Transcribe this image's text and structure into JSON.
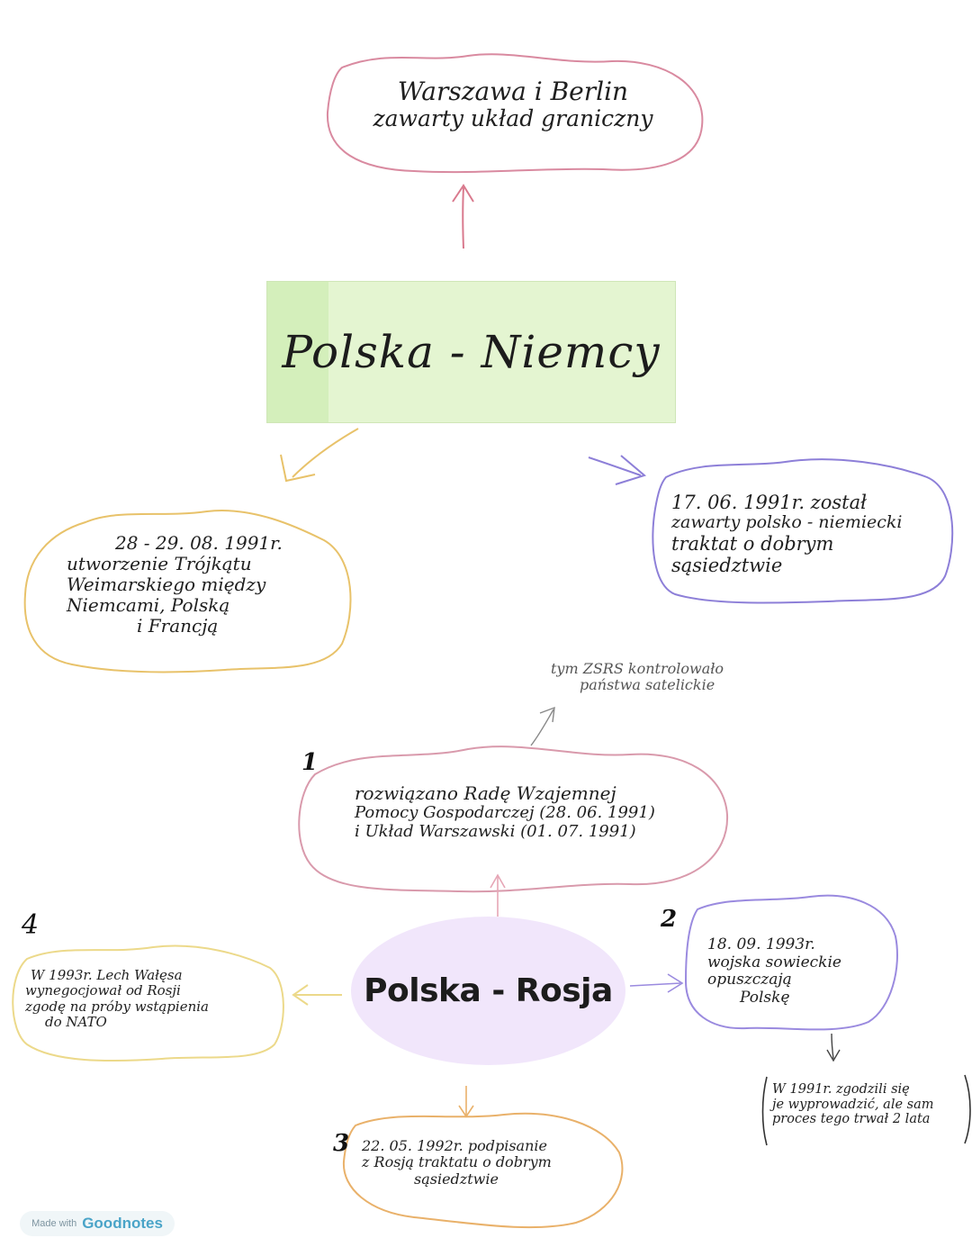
{
  "nodes": {
    "top": {
      "lines": [
        "Warszawa i Berlin",
        "zawarty układ graniczny"
      ]
    },
    "center": {
      "label": "Polska - Niemcy"
    },
    "left": {
      "lines": [
        "28 - 29. 08. 1991r.",
        "utworzenie Trójkątu",
        "Weimarskiego między",
        "Niemcami, Polską",
        "i Francją"
      ]
    },
    "right": {
      "lines": [
        "17. 06. 1991r. został",
        "zawarty polsko - niemiecki",
        "traktat o dobrym",
        "sąsiedztwie"
      ]
    },
    "note": {
      "lines": [
        "tym ZSRS kontrolowało",
        "państwa satelickie"
      ]
    },
    "rwpg": {
      "number": "1",
      "lines": [
        "rozwiązano Radę Wzajemnej",
        "Pomocy Gospodarczej (28. 06. 1991)",
        "i Układ Warszawski (01. 07. 1991)"
      ]
    },
    "russia": {
      "label": "Polska - Rosja"
    },
    "walesa": {
      "number": "4",
      "lines": [
        "W 1993r. Lech Wałęsa",
        "wynegocjował od Rosji",
        "zgodę na próby wstąpienia",
        "do NATO"
      ]
    },
    "troops": {
      "number": "2",
      "lines": [
        "18. 09. 1993r.",
        "wojska sowieckie",
        "opuszczają",
        "Polskę"
      ]
    },
    "treaty": {
      "number": "3",
      "lines": [
        "22. 05. 1992r. podpisanie",
        "z Rosją traktatu o dobrym",
        "sąsiedztwie"
      ]
    },
    "agreed": {
      "lines": [
        "W 1991r. zgodzili się",
        "je wyprowadzić, ale sam",
        "proces tego trwał 2 lata"
      ]
    }
  },
  "badge": {
    "prefix": "Made with",
    "brand": "Goodnotes"
  },
  "colors": {
    "pink": "#d98aa0",
    "yellow": "#e8c26a",
    "orange": "#e9b16a",
    "purple": "#8d7fd8",
    "lightyellow": "#ecd98a",
    "green_box": "#e4f5d1",
    "lavender": "#f1e6fb"
  }
}
